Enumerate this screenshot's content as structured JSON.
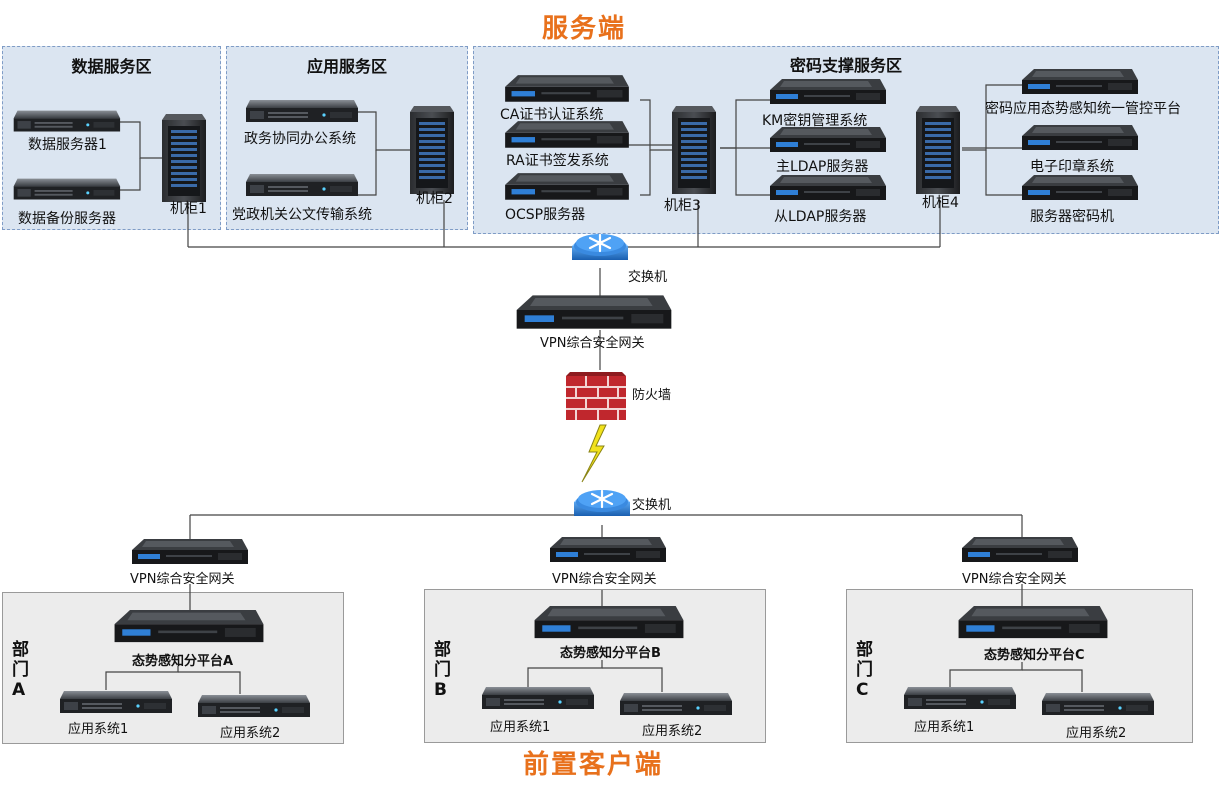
{
  "titles": {
    "server_side": "服务端",
    "client_side": "前置客户端"
  },
  "zones": {
    "data": {
      "title": "数据服务区",
      "server1": "数据服务器1",
      "server2": "数据备份服务器",
      "cabinet": "机柜1"
    },
    "app": {
      "title": "应用服务区",
      "server1": "政务协同办公系统",
      "server2": "党政机关公文传输系统",
      "cabinet": "机柜2"
    },
    "crypto": {
      "title": "密码支撑服务区",
      "left_servers": [
        "CA证书认证系统",
        "RA证书签发系统",
        "OCSP服务器"
      ],
      "cabinet3": "机柜3",
      "mid_servers": [
        "KM密钥管理系统",
        "主LDAP服务器",
        "从LDAP服务器"
      ],
      "cabinet4": "机柜4",
      "right_servers": [
        "密码应用态势感知统一管控平台",
        "电子印章系统",
        "服务器密码机"
      ]
    }
  },
  "core": {
    "switch_top": "交换机",
    "vpn_gateway": "VPN综合安全网关",
    "firewall": "防火墙",
    "switch_bottom": "交换机"
  },
  "departments": [
    {
      "label": "部门A",
      "vpn": "VPN综合安全网关",
      "platform": "态势感知分平台A",
      "app1": "应用系统1",
      "app2": "应用系统2"
    },
    {
      "label": "部门B",
      "vpn": "VPN综合安全网关",
      "platform": "态势感知分平台B",
      "app1": "应用系统1",
      "app2": "应用系统2"
    },
    {
      "label": "部门C",
      "vpn": "VPN综合安全网关",
      "platform": "态势感知分平台C",
      "app1": "应用系统1",
      "app2": "应用系统2"
    }
  ],
  "colors": {
    "title": "#e8711c",
    "zone_fill": "#dbe5f1",
    "zone_border": "#7f9cc6",
    "dept_fill": "#ececec",
    "switch": "#2f7fd6",
    "firewall": "#c0272d",
    "lightning": "#f2e21b"
  },
  "icons": {
    "server": "rack-server-icon",
    "cabinet": "rack-cabinet-icon",
    "switch": "network-switch-icon",
    "firewall": "firewall-brick-icon",
    "link": "lightning-link-icon"
  }
}
